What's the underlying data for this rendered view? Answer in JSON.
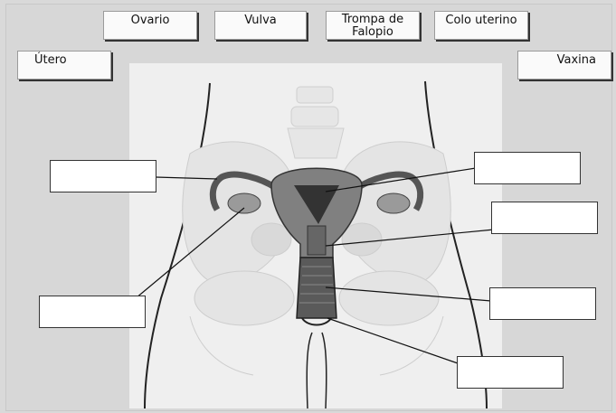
{
  "labels": {
    "ovario": "Ovario",
    "vulva": "Vulva",
    "trompa": "Trompa de Falopio",
    "colo": "Colo uterino",
    "utero": "Útero",
    "vaxina": "Vaxina"
  },
  "drop_targets": [
    "",
    "",
    "",
    "",
    "",
    ""
  ],
  "colors": {
    "background": "#d7d7d7",
    "panel": "#efefef",
    "button": "#fafafa"
  }
}
